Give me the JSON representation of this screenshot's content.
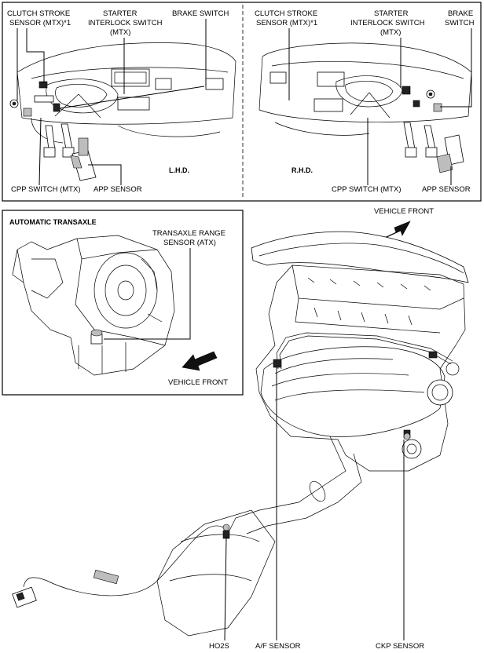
{
  "top_panel": {
    "lhd": {
      "clutch_stroke_l1": "CLUTCH STROKE",
      "clutch_stroke_l2": "SENSOR (MTX)*1",
      "starter_l1": "STARTER",
      "starter_l2": "INTERLOCK SWITCH",
      "starter_l3": "(MTX)",
      "brake": "BRAKE SWITCH",
      "cpp": "CPP SWITCH (MTX)",
      "app": "APP SENSOR",
      "drive": "L.H.D."
    },
    "rhd": {
      "clutch_stroke_l1": "CLUTCH STROKE",
      "clutch_stroke_l2": "SENSOR (MTX)*1",
      "starter_l1": "STARTER",
      "starter_l2": "INTERLOCK SWITCH",
      "starter_l3": "(MTX)",
      "brake_l1": "BRAKE",
      "brake_l2": "SWITCH",
      "cpp": "CPP SWITCH (MTX)",
      "app": "APP SENSOR",
      "drive": "R.H.D."
    }
  },
  "at_panel": {
    "title": "AUTOMATIC TRANSAXLE",
    "tr_l1": "TRANSAXLE RANGE",
    "tr_l2": "SENSOR (ATX)",
    "vehicle_front": "VEHICLE FRONT"
  },
  "engine": {
    "vehicle_front": "VEHICLE FRONT",
    "ho2s": "HO2S",
    "af_sensor": "A/F SENSOR",
    "ckp_sensor": "CKP SENSOR"
  }
}
